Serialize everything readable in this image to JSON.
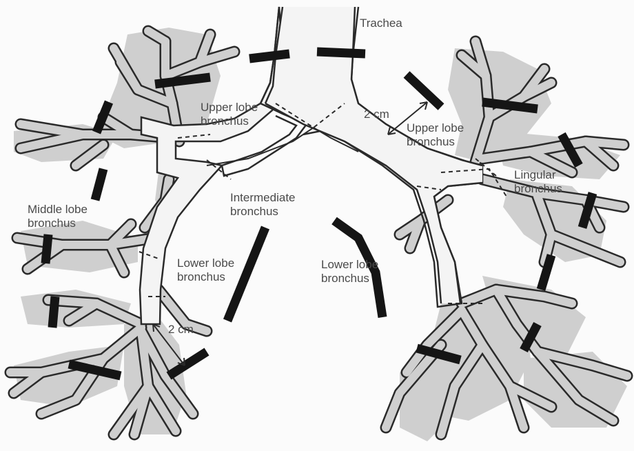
{
  "colors": {
    "ink": "#2a2a2a",
    "fill": "#cfcfcf",
    "airway": "#f4f4f4",
    "margin": "#151515",
    "label": "#4a4a4a"
  },
  "labels": {
    "trachea": "Trachea",
    "right_upper": [
      "Upper lobe",
      "bronchus"
    ],
    "left_upper": [
      "Upper lobe",
      "bronchus"
    ],
    "intermediate": [
      "Intermediate",
      "bronchus"
    ],
    "middle": [
      "Middle lobe",
      "bronchus"
    ],
    "right_lower": [
      "Lower lobe",
      "bronchus"
    ],
    "left_lower": [
      "Lower lobe",
      "bronchus"
    ],
    "lingular": [
      "Lingular",
      "bronchus"
    ],
    "dist_upper": "2 cm",
    "dist_lower": "2 cm"
  }
}
